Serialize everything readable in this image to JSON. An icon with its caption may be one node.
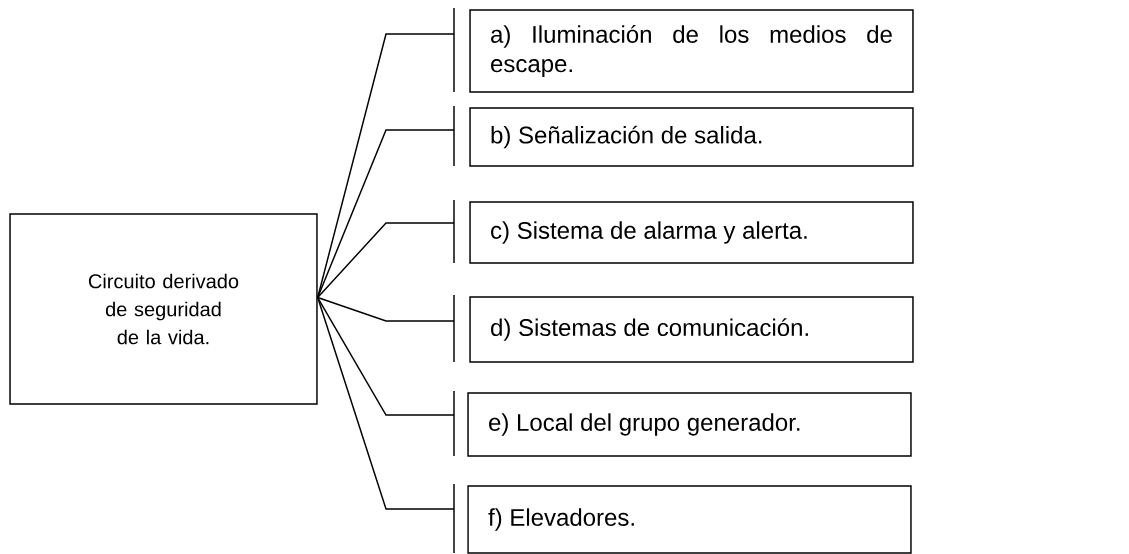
{
  "diagram": {
    "nodes": [
      {
        "text": [
          "Circuito derivado de seguridad de la vida."
        ]
      },
      {
        "text": [
          "a) Iluminación de los medios de escape."
        ]
      },
      {
        "text": [
          "b) Señalización de salida."
        ]
      },
      {
        "text": [
          "c) Sistema de alarma y alerta."
        ]
      },
      {
        "text": [
          "d) Sistemas de comunicación."
        ]
      },
      {
        "text": [
          "e) Local del grupo generador."
        ]
      },
      {
        "text": [
          "f) Elevadores."
        ]
      }
    ],
    "edges": [
      {
        "from": 0,
        "to": 1,
        "arrow": "none"
      },
      {
        "from": 0,
        "to": 2,
        "arrow": "none"
      },
      {
        "from": 0,
        "to": 3,
        "arrow": "none"
      },
      {
        "from": 0,
        "to": 4,
        "arrow": "none"
      },
      {
        "from": 0,
        "to": 5,
        "arrow": "none"
      },
      {
        "from": 0,
        "to": 6,
        "arrow": "none"
      }
    ]
  }
}
